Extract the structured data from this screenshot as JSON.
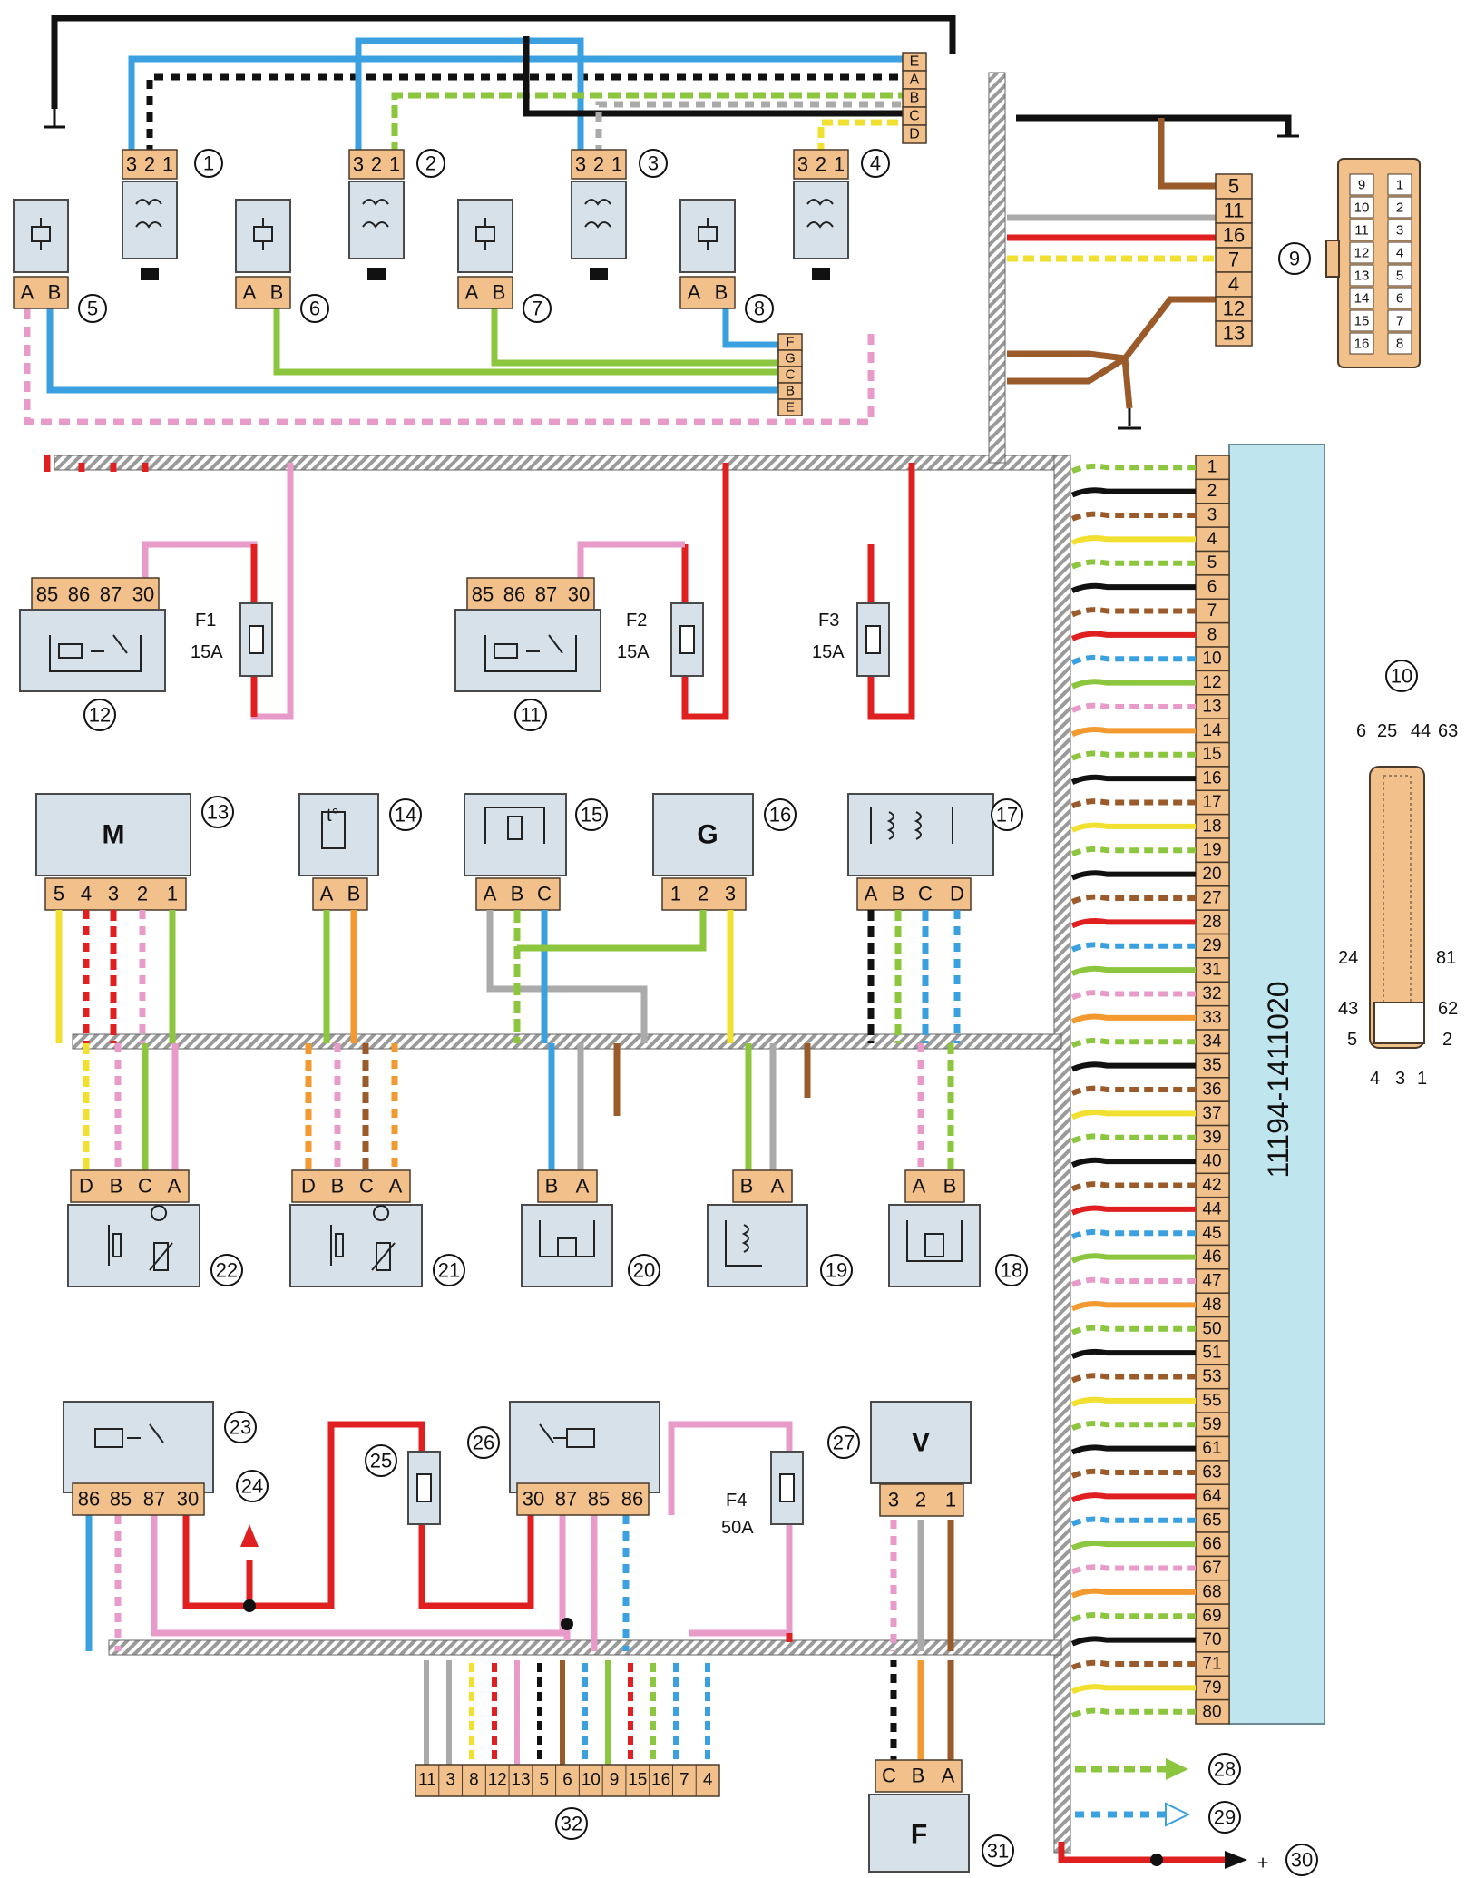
{
  "ecu": {
    "part_number": "11194-1411020",
    "pins": [
      "1",
      "2",
      "3",
      "4",
      "5",
      "6",
      "7",
      "8",
      "10",
      "12",
      "13",
      "14",
      "15",
      "16",
      "17",
      "18",
      "19",
      "20",
      "27",
      "28",
      "29",
      "31",
      "32",
      "33",
      "34",
      "35",
      "36",
      "37",
      "39",
      "40",
      "42",
      "44",
      "45",
      "46",
      "47",
      "48",
      "50",
      "51",
      "53",
      "55",
      "59",
      "61",
      "63",
      "64",
      "65",
      "66",
      "67",
      "68",
      "69",
      "70",
      "71",
      "79",
      "80"
    ]
  },
  "ignition_coils": [
    {
      "number": "1",
      "pins": [
        "3",
        "2",
        "1"
      ]
    },
    {
      "number": "2",
      "pins": [
        "3",
        "2",
        "1"
      ]
    },
    {
      "number": "3",
      "pins": [
        "3",
        "2",
        "1"
      ]
    },
    {
      "number": "4",
      "pins": [
        "3",
        "2",
        "1"
      ]
    }
  ],
  "injectors": [
    {
      "number": "5",
      "pins": [
        "A",
        "B"
      ]
    },
    {
      "number": "6",
      "pins": [
        "A",
        "B"
      ]
    },
    {
      "number": "7",
      "pins": [
        "A",
        "B"
      ]
    },
    {
      "number": "8",
      "pins": [
        "A",
        "B"
      ]
    }
  ],
  "connector_top": [
    "E",
    "A",
    "B",
    "C",
    "D"
  ],
  "connector_mid": [
    "F",
    "G",
    "C",
    "B",
    "E"
  ],
  "diag_block": {
    "number": "9",
    "pins": [
      "5",
      "11",
      "16",
      "7",
      "4",
      "12",
      "13"
    ]
  },
  "diag_face": {
    "left": [
      "9",
      "10",
      "11",
      "12",
      "13",
      "14",
      "15",
      "16"
    ],
    "right": [
      "1",
      "2",
      "3",
      "4",
      "5",
      "6",
      "7",
      "8"
    ]
  },
  "ecu_connector_view": {
    "number": "10",
    "top": [
      "6",
      "25",
      "44",
      "63"
    ],
    "mid_left": "24",
    "mid_right": "81",
    "low_left": "43",
    "low_right": "62",
    "pins_bottom": [
      "5",
      "4",
      "3",
      "1",
      "2"
    ]
  },
  "relays": [
    {
      "number": "12",
      "pins": [
        "85",
        "86",
        "87",
        "30"
      ]
    },
    {
      "number": "11",
      "pins": [
        "85",
        "86",
        "87",
        "30"
      ]
    },
    {
      "number": "23",
      "pins": [
        "86",
        "85",
        "87",
        "30"
      ]
    },
    {
      "number": "26",
      "pins": [
        "30",
        "87",
        "85",
        "86"
      ]
    }
  ],
  "fuses": [
    {
      "name": "F1",
      "rating": "15A"
    },
    {
      "name": "F2",
      "rating": "15A"
    },
    {
      "name": "F3",
      "rating": "15A"
    },
    {
      "name": "F4",
      "rating": "50A"
    }
  ],
  "components": [
    {
      "number": "13",
      "letter": "M",
      "pins": [
        "5",
        "4",
        "3",
        "2",
        "1"
      ]
    },
    {
      "number": "14",
      "letter": "t°",
      "pins": [
        "A",
        "B"
      ]
    },
    {
      "number": "15",
      "letter": "",
      "pins": [
        "A",
        "B",
        "C"
      ]
    },
    {
      "number": "16",
      "letter": "G",
      "pins": [
        "1",
        "2",
        "3"
      ]
    },
    {
      "number": "17",
      "letter": "",
      "pins": [
        "A",
        "B",
        "C",
        "D"
      ]
    },
    {
      "number": "22",
      "letter": "",
      "pins": [
        "D",
        "B",
        "C",
        "A"
      ]
    },
    {
      "number": "21",
      "letter": "",
      "pins": [
        "D",
        "B",
        "C",
        "A"
      ]
    },
    {
      "number": "20",
      "letter": "",
      "pins": [
        "B",
        "A"
      ]
    },
    {
      "number": "19",
      "letter": "",
      "pins": [
        "B",
        "A"
      ]
    },
    {
      "number": "18",
      "letter": "",
      "pins": [
        "A",
        "B"
      ]
    },
    {
      "number": "27",
      "letter": "V",
      "pins": [
        "3",
        "2",
        "1"
      ]
    },
    {
      "number": "31",
      "letter": "F",
      "pins": [
        "C",
        "B",
        "A"
      ]
    }
  ],
  "connector_32": {
    "number": "32",
    "pins": [
      "11",
      "3",
      "8",
      "12",
      "13",
      "5",
      "6",
      "10",
      "9",
      "15",
      "16",
      "7",
      "4"
    ]
  },
  "callouts": [
    "24",
    "25",
    "28",
    "29",
    "30"
  ],
  "plus_sign": "+",
  "colors": {
    "wire_red": "#e02020",
    "wire_blue": "#3aa0e0",
    "wire_green": "#8cc63f",
    "wire_black": "#111111",
    "wire_pink": "#e89ac8",
    "wire_brown": "#9a5a2a",
    "wire_yellow": "#f2e030",
    "wire_orange": "#f29a30",
    "pin": "#f2c08a",
    "box": "#d6e1ea",
    "ecu": "#bfe6ee"
  }
}
